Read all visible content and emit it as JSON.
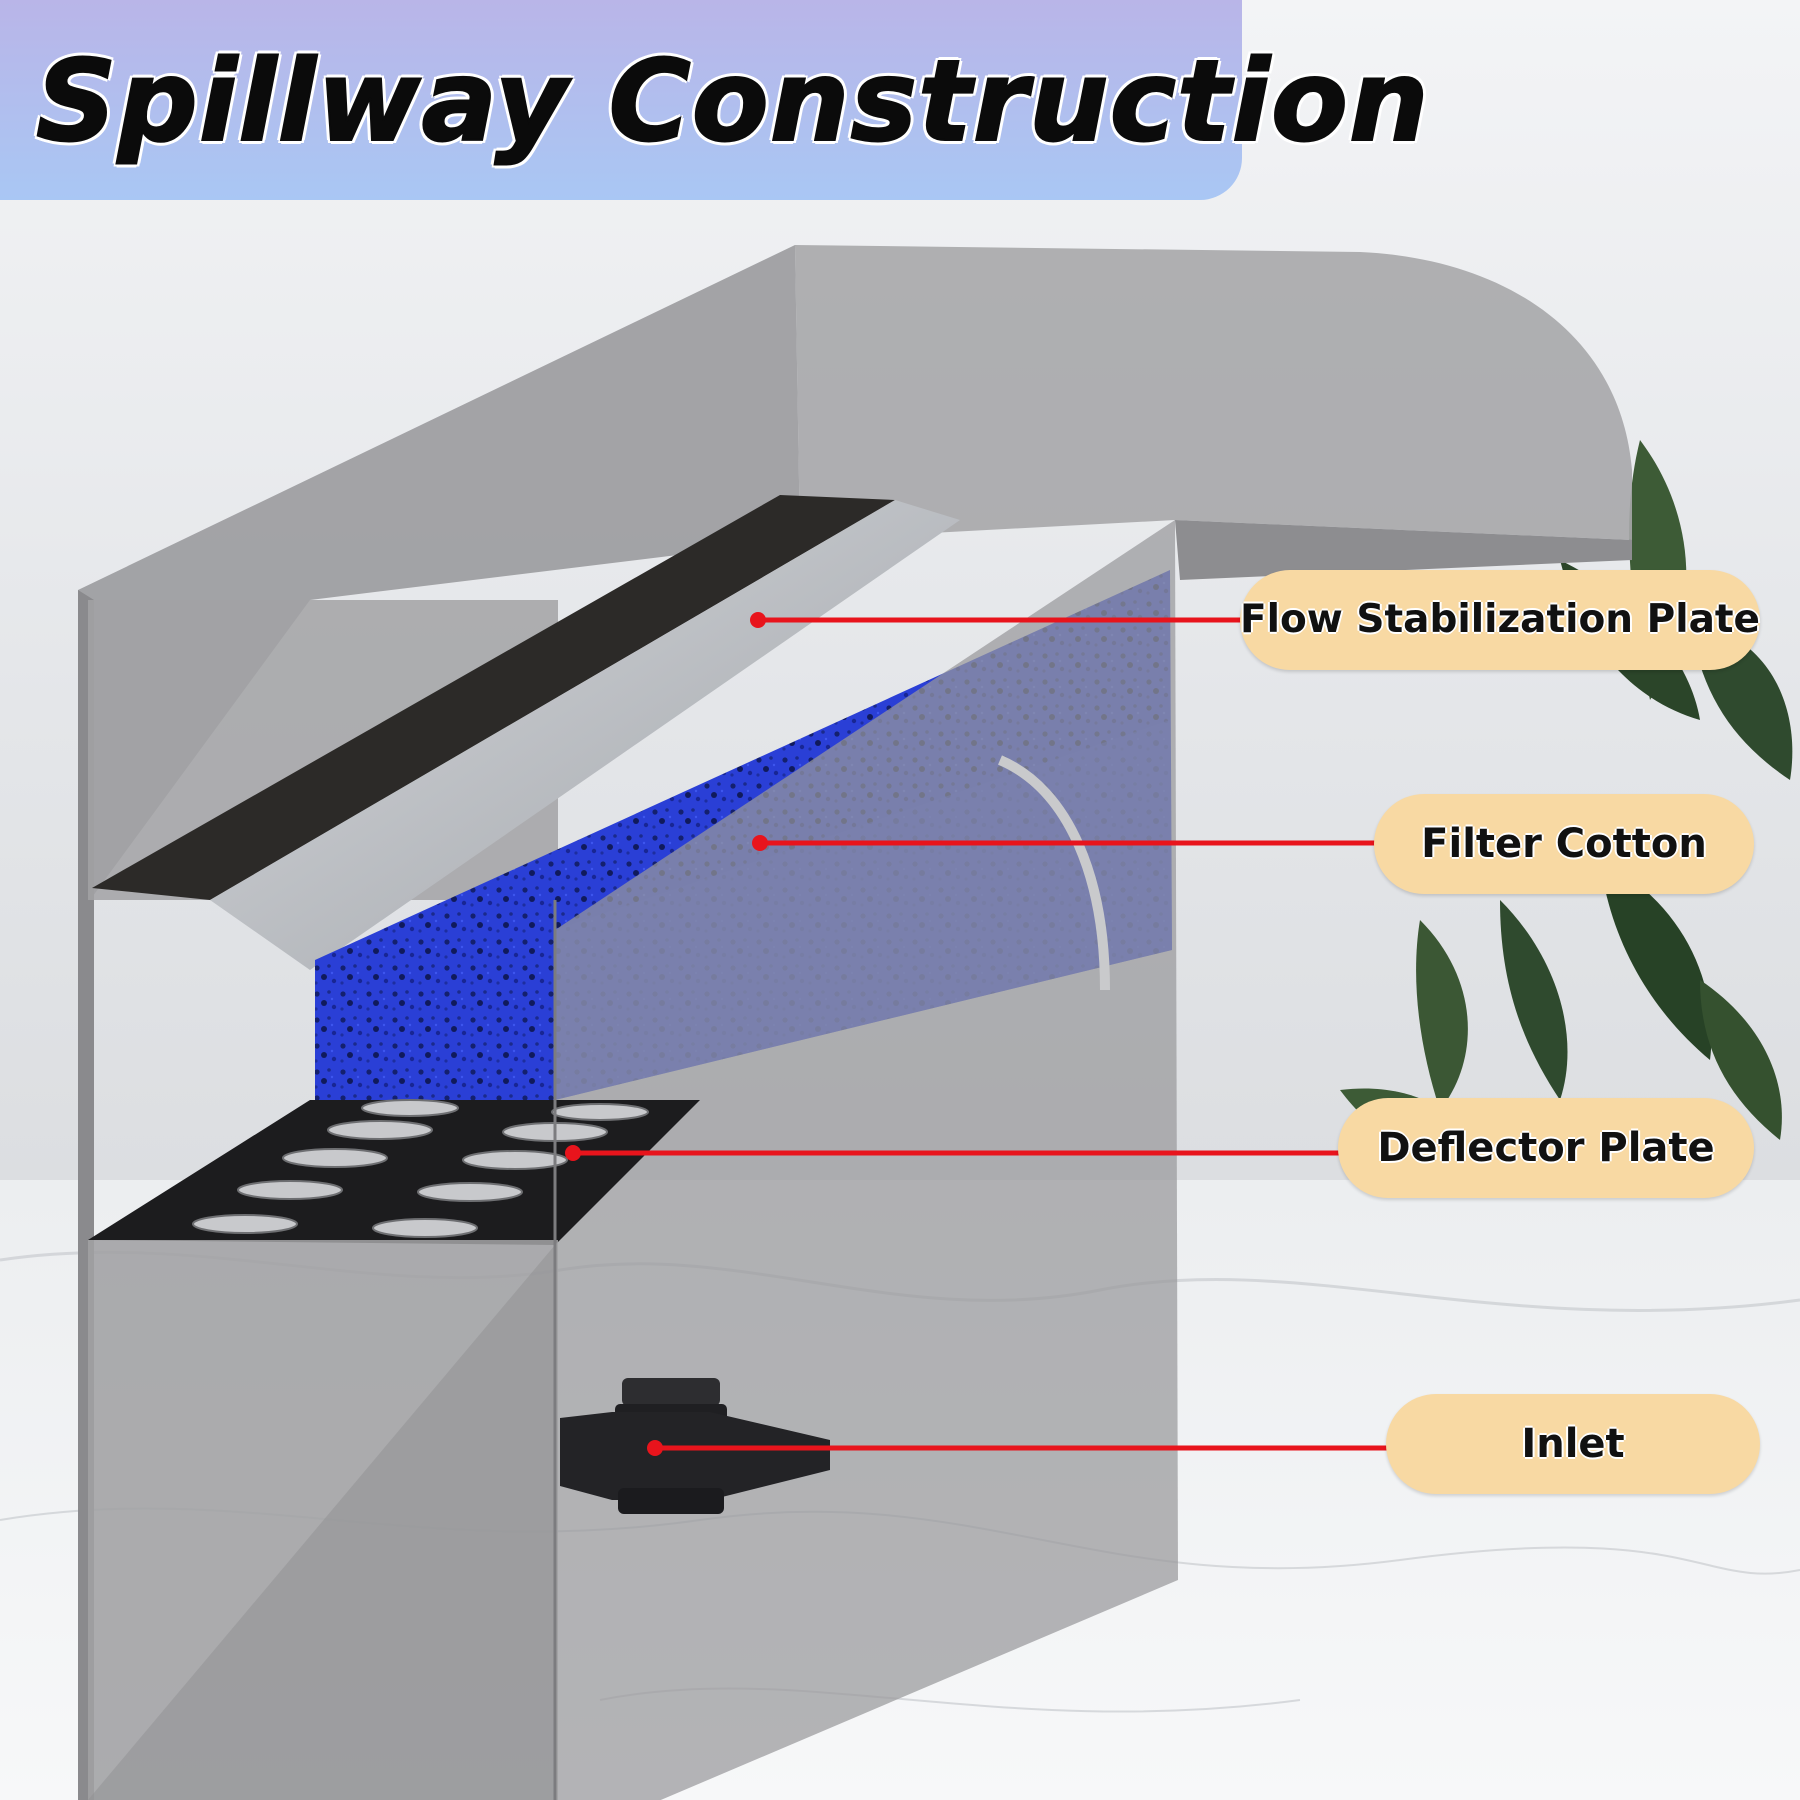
{
  "title": "Spillway Construction",
  "callouts": {
    "flow_stabilization_plate": "Flow Stabilization Plate",
    "filter_cotton": "Filter Cotton",
    "deflector_plate": "Deflector Plate",
    "inlet": "Inlet"
  },
  "colors": {
    "banner_top": "#b9b5e8",
    "banner_bottom": "#a9c7f4",
    "callout_fill": "#f8d9a3",
    "leader_line": "#e8141c",
    "filter_cotton_blue": "#2233c8",
    "housing_gray": "#9b9b9d"
  }
}
